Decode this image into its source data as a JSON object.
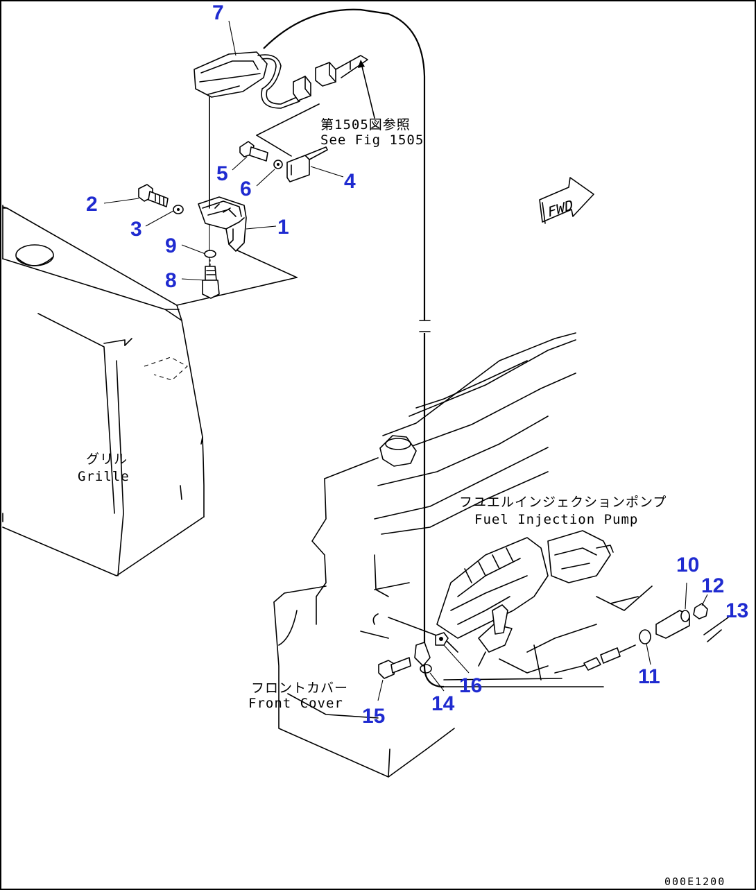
{
  "frame": {
    "border_color": "#000000"
  },
  "callouts": {
    "p1": "1",
    "p2": "2",
    "p3": "3",
    "p4": "4",
    "p5": "5",
    "p6": "6",
    "p7": "7",
    "p8": "8",
    "p9": "9",
    "p10": "10",
    "p11": "11",
    "p12": "12",
    "p13": "13",
    "p14": "14",
    "p15": "15",
    "p16": "16"
  },
  "callout_color": "#1f2bd0",
  "labels": {
    "see_fig_jp": "第1505図参照",
    "see_fig_en": "See Fig 1505",
    "grille_jp": "グリル",
    "grille_en": "Grille",
    "pump_jp": "フユエルインジェクションポンプ",
    "pump_en": "Fuel Injection Pump",
    "front_cover_jp": "フロントカバー",
    "front_cover_en": "Front Cover",
    "fwd": "FWD"
  },
  "figure_code": "000E1200"
}
